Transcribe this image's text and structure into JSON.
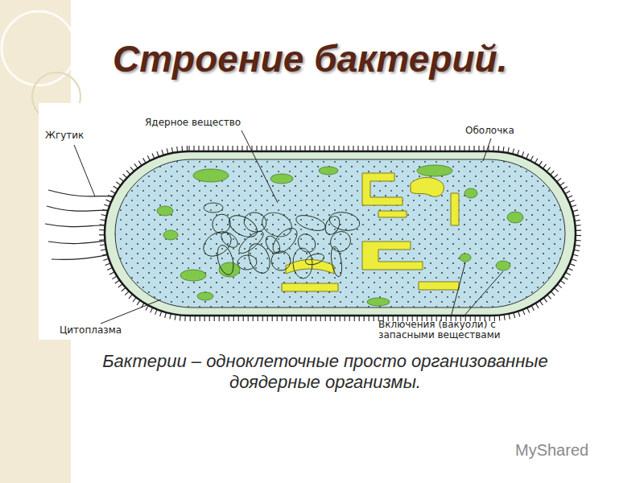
{
  "diagram": {
    "title": "Строение бактерий.",
    "caption": "Бактерии – одноклеточные просто организованные доядерные организмы.",
    "labels": [
      "Жгутик",
      "Ядерное вещество",
      "Оболочка",
      "Цитоплазма",
      "Включения (вакуоли) с запасными веществами",
      "MyShared"
    ]
  }
}
